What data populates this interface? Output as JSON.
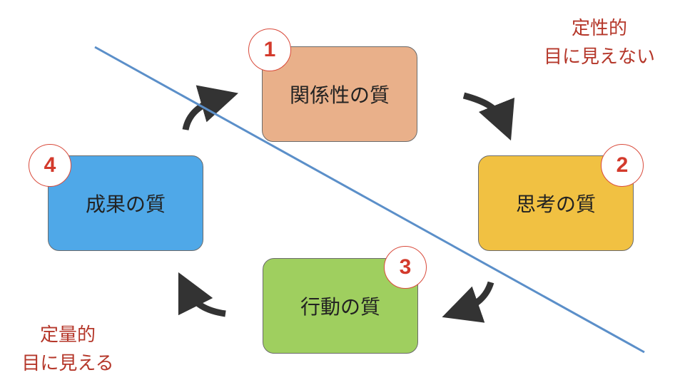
{
  "boxes": {
    "relation": {
      "number": "1",
      "label": "関係性の質",
      "color": "#e9b08a"
    },
    "thinking": {
      "number": "2",
      "label": "思考の質",
      "color": "#f1c142"
    },
    "action": {
      "number": "3",
      "label": "行動の質",
      "color": "#9fcf5f"
    },
    "result": {
      "number": "4",
      "label": "成果の質",
      "color": "#4fa8e8"
    }
  },
  "notes": {
    "qualitative": {
      "line1": "定性的",
      "line2": "目に見えない"
    },
    "quantitative": {
      "line1": "定量的",
      "line2": "目に見える"
    }
  },
  "colors": {
    "divider_line": "#5b8fc9",
    "arrow": "#333333",
    "badge_text": "#d33a2c",
    "note_text": "#b5372a"
  },
  "icons": [
    "curved-arrow-icon"
  ]
}
